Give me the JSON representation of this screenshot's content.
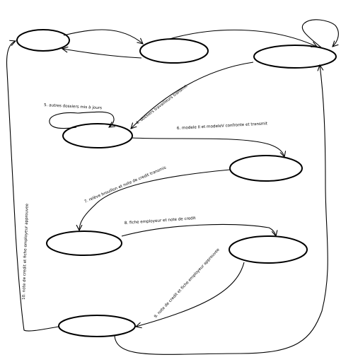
{
  "flows": [
    {
      "id": "f4",
      "label": "4. dossiers travailleurs transmit"
    },
    {
      "id": "f5",
      "label": "5. autres dossiers mis à jours"
    },
    {
      "id": "f6",
      "label": "6. modele II et modeleV confronte et transmit"
    },
    {
      "id": "f7",
      "label": "7. relève brouillon et note de credit transmis"
    },
    {
      "id": "f8",
      "label": "8. fiche employeur et note de credit"
    },
    {
      "id": "f9",
      "label": "9. note de credit et fiche employeur approuvee"
    },
    {
      "id": "f10",
      "label": "10. note de credit et fiche employeur approuvee"
    }
  ],
  "colors": {
    "stroke": "#000000",
    "background": "#ffffff",
    "node_fill": "#ffffff"
  }
}
